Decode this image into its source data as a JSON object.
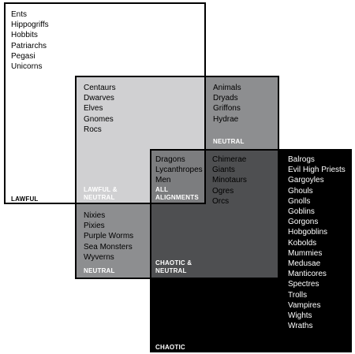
{
  "colors": {
    "lawful_only": "#ffffff",
    "lawful_neutral": "#d0d0d2",
    "neutral_only": "#8d8e90",
    "all_alignments": "#7c7d7f",
    "chaotic_neutral": "#4e4f51",
    "chaotic_only": "#000000",
    "neutral_minus_lawful": "#4e4f51"
  },
  "regions": {
    "lawful": {
      "label": "LAWFUL",
      "creatures": [
        "Ents",
        "Hippogriffs",
        "Hobbits",
        "Patriarchs",
        "Pegasi",
        "Unicorns"
      ]
    },
    "lawful_neutral": {
      "label": "LAWFUL & NEUTRAL",
      "creatures": [
        "Centaurs",
        "Dwarves",
        "Elves",
        "Gnomes",
        "Rocs"
      ]
    },
    "neutral": {
      "label": "NEUTRAL",
      "creatures": [
        "Animals",
        "Dryads",
        "Griffons",
        "Hydrae"
      ]
    },
    "all_alignments": {
      "label": "ALL ALIGNMENTS",
      "creatures": [
        "Dragons",
        "Lycanthropes",
        "Men"
      ]
    },
    "chaotic_neutral": {
      "label": "CHAOTIC & NEUTRAL",
      "creatures": [
        "Chimerae",
        "Giants",
        "Minotaurs",
        "Ogres",
        "Orcs"
      ]
    },
    "neutral_lower": {
      "label": "NEUTRAL",
      "creatures": [
        "Nixies",
        "Pixies",
        "Purple Worms",
        "Sea Monsters",
        "Wyverns"
      ]
    },
    "chaotic": {
      "label": "CHAOTIC",
      "creatures": [
        "Balrogs",
        "Evil High Priests",
        "Gargoyles",
        "Ghouls",
        "Gnolls",
        "Goblins",
        "Gorgons",
        "Hobgoblins",
        "Kobolds",
        "Mummies",
        "Medusae",
        "Manticores",
        "Spectres",
        "Trolls",
        "Vampires",
        "Wights",
        "Wraths"
      ]
    }
  }
}
